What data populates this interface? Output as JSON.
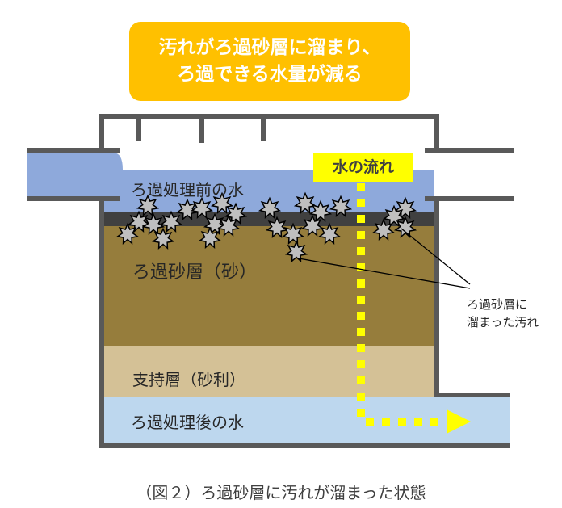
{
  "title": {
    "line1": "汚れがろ過砂層に溜まり、",
    "line2": "ろ過できる水量が減る"
  },
  "flow_label": "水の流れ",
  "layers": {
    "before_water": "ろ過処理前の水",
    "sand": "ろ過砂層（砂）",
    "support": "支持層（砂利）",
    "after_water": "ろ過処理後の水"
  },
  "callout": {
    "line1": "ろ過砂層に",
    "line2": "溜まった汚れ"
  },
  "caption": "（図２）ろ過砂層に汚れが溜まった状態",
  "colors": {
    "title_bg": "#FFC000",
    "before_water": "#8EA9DB",
    "clog_layer": "#404040",
    "sand": "#967D3C",
    "support": "#D4C196",
    "after_water": "#BDD7EE",
    "flow": "#FFFF00",
    "wall": "#595959",
    "dirt": "#BFBFBF"
  }
}
